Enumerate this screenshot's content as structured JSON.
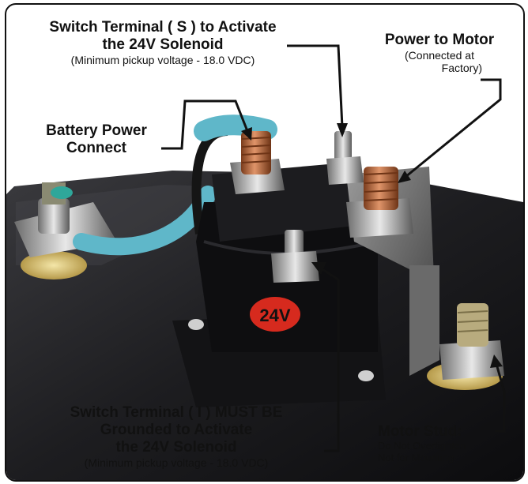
{
  "labels": {
    "switch_s": {
      "line1": "Switch Terminal ( S ) to Activate",
      "line2": "the 24V Solenoid",
      "note": "(Minimum pickup voltage - 18.0 VDC)"
    },
    "power_to_motor": {
      "title": "Power to Motor",
      "line1": "(Connected at",
      "line2": "Factory)"
    },
    "battery": {
      "line1": "Battery Power",
      "line2": "Connect"
    },
    "switch_i": {
      "line1": "Switch Terminal ( I ) MUST BE",
      "line2": "Grounded to Activate",
      "line3": "the 24V Solenoid",
      "note": "(Minimum pickup voltage - 18.0 VDC)"
    },
    "motor_stud": {
      "title": "Motor Stud:",
      "line1": "Do Not Overtighten",
      "line2": "Not for Mounting"
    },
    "solenoid_badge": "24V"
  },
  "colors": {
    "plate": "#1a1a1c",
    "copper": "#b86a3a",
    "sleeve": "#5fb7c9",
    "badge": "#d62a1e"
  }
}
